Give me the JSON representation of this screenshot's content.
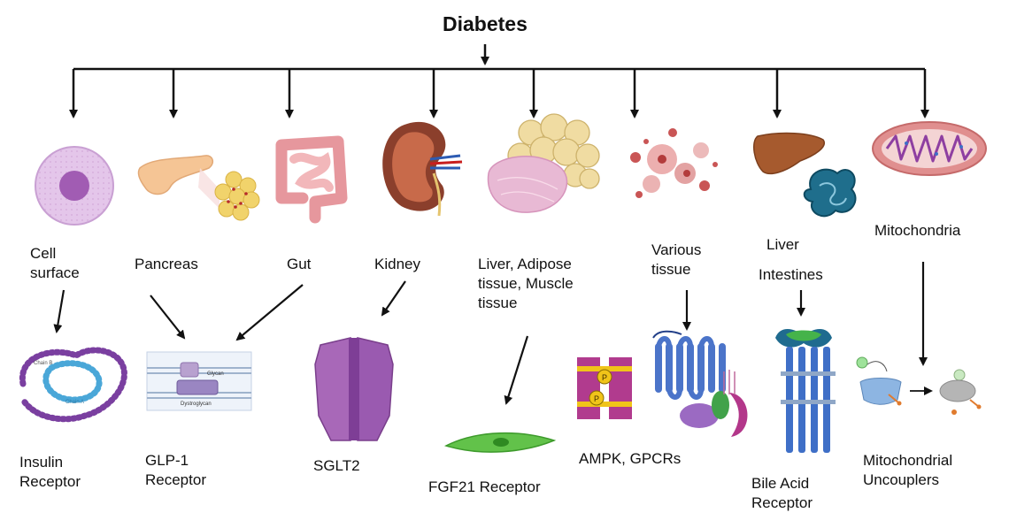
{
  "title": "Diabetes",
  "colors": {
    "arrow": "#111111",
    "accent_purple": "#8e3fa1",
    "accent_blue": "#3f6fc7",
    "accent_green": "#35a23a"
  },
  "organs": [
    {
      "id": "cell",
      "label": "Cell\nsurface",
      "icon": "cell-icon"
    },
    {
      "id": "pancreas",
      "label": "Pancreas",
      "icon": "pancreas-icon"
    },
    {
      "id": "gut",
      "label": "Gut",
      "icon": "gut-icon"
    },
    {
      "id": "kidney",
      "label": "Kidney",
      "icon": "kidney-icon"
    },
    {
      "id": "adipose",
      "label": "Liver, Adipose\ntissue, Muscle\ntissue",
      "icon": "adipose-muscle-icon"
    },
    {
      "id": "various",
      "label": "Various\ntissue",
      "icon": "tissue-icon"
    },
    {
      "id": "liver",
      "label": "Liver",
      "icon": "liver-icon"
    },
    {
      "id": "intestines",
      "label": "Intestines",
      "icon": "intestines-icon"
    },
    {
      "id": "mito",
      "label": "Mitochondria",
      "icon": "mitochondria-icon"
    }
  ],
  "receptors": [
    {
      "id": "insulin",
      "label": "Insulin\nReceptor",
      "icon": "insulin-receptor-icon"
    },
    {
      "id": "glp1",
      "label": "GLP-1\nReceptor",
      "icon": "glp1-receptor-icon"
    },
    {
      "id": "sglt2",
      "label": "SGLT2",
      "icon": "sglt2-icon"
    },
    {
      "id": "fgf21",
      "label": "FGF21 Receptor",
      "icon": "fgf21-receptor-icon"
    },
    {
      "id": "ampk",
      "label": "AMPK, GPCRs",
      "icon": "ampk-gpcr-icon"
    },
    {
      "id": "bile",
      "label": "Bile Acid\nReceptor",
      "icon": "bile-acid-receptor-icon"
    },
    {
      "id": "uncouplers",
      "label": "Mitochondrial\nUncouplers",
      "icon": "uncouplers-icon"
    }
  ],
  "figure_text": {
    "insulin_chain_a": "Chain A",
    "insulin_chain_b": "Chain B",
    "glp1_glycan": "Glycan",
    "glp1_dystroglycan": "Dystroglycan",
    "ampk_p": "P"
  }
}
